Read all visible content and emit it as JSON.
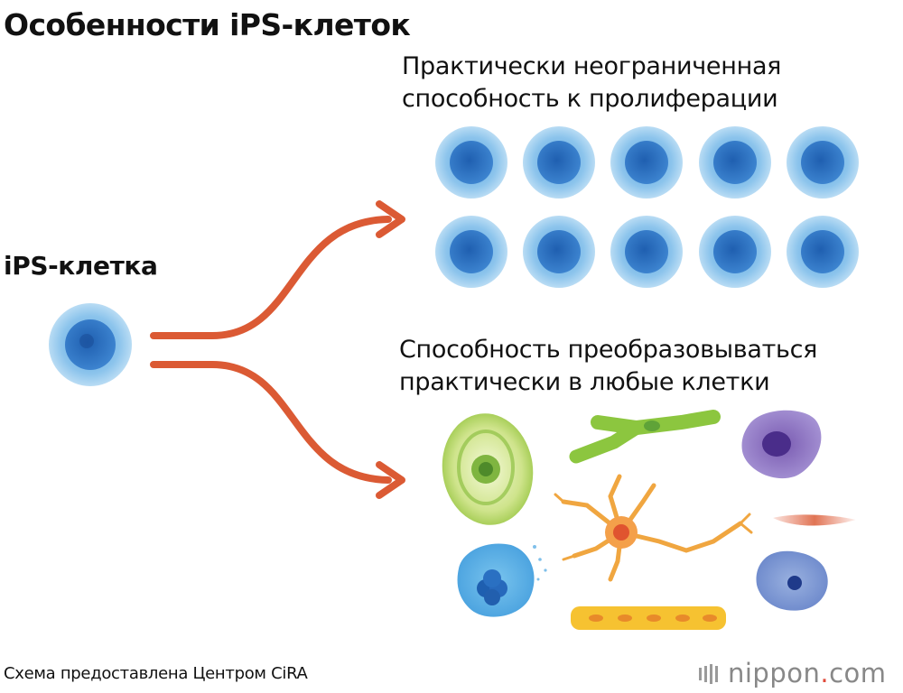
{
  "title": "Особенности iPS-клеток",
  "ips_cell_label": "iPS-клетка",
  "proliferation": {
    "line1": "Практически неограниченная",
    "line2": "способность к пролиферации"
  },
  "differentiation": {
    "line1": "Способность преобразовываться",
    "line2": "практически в любые клетки"
  },
  "credit": "Схема предоставлена Центром CiRA",
  "logo": {
    "name": "nippon",
    "dot": ".",
    "tld": "com"
  },
  "colors": {
    "arrow": "#db5a34",
    "cell_outer": "#8cc4ec",
    "cell_nucleus": "#2e73c4",
    "logo_dot": "#e04a3a",
    "logo_gray": "#888888"
  }
}
